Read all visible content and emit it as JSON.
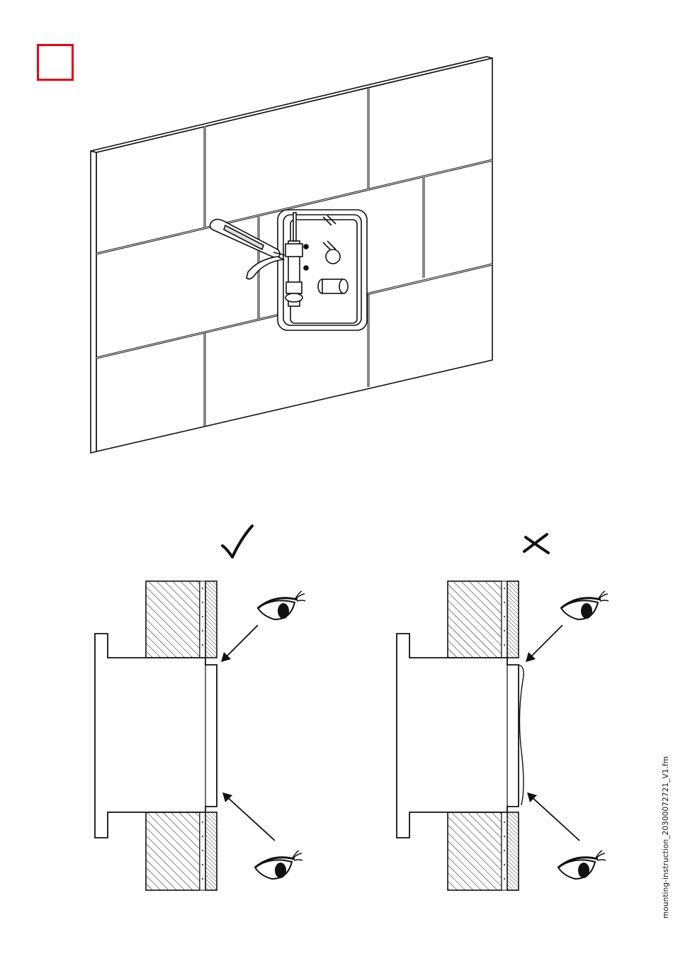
{
  "page": {
    "footer_filename": "mounting-instruction_20300072721_V1.fm"
  },
  "colors": {
    "checkbox_border": "#e30613",
    "line": "#111111",
    "tile_fill": "#ffffff"
  },
  "icons": {
    "correct_mark": "check-mark-icon",
    "incorrect_mark": "cross-mark-icon",
    "inspection_eye": "eye-icon"
  },
  "panels": [
    {
      "name": "correct-installation",
      "mark": "correct"
    },
    {
      "name": "incorrect-installation",
      "mark": "incorrect"
    }
  ]
}
